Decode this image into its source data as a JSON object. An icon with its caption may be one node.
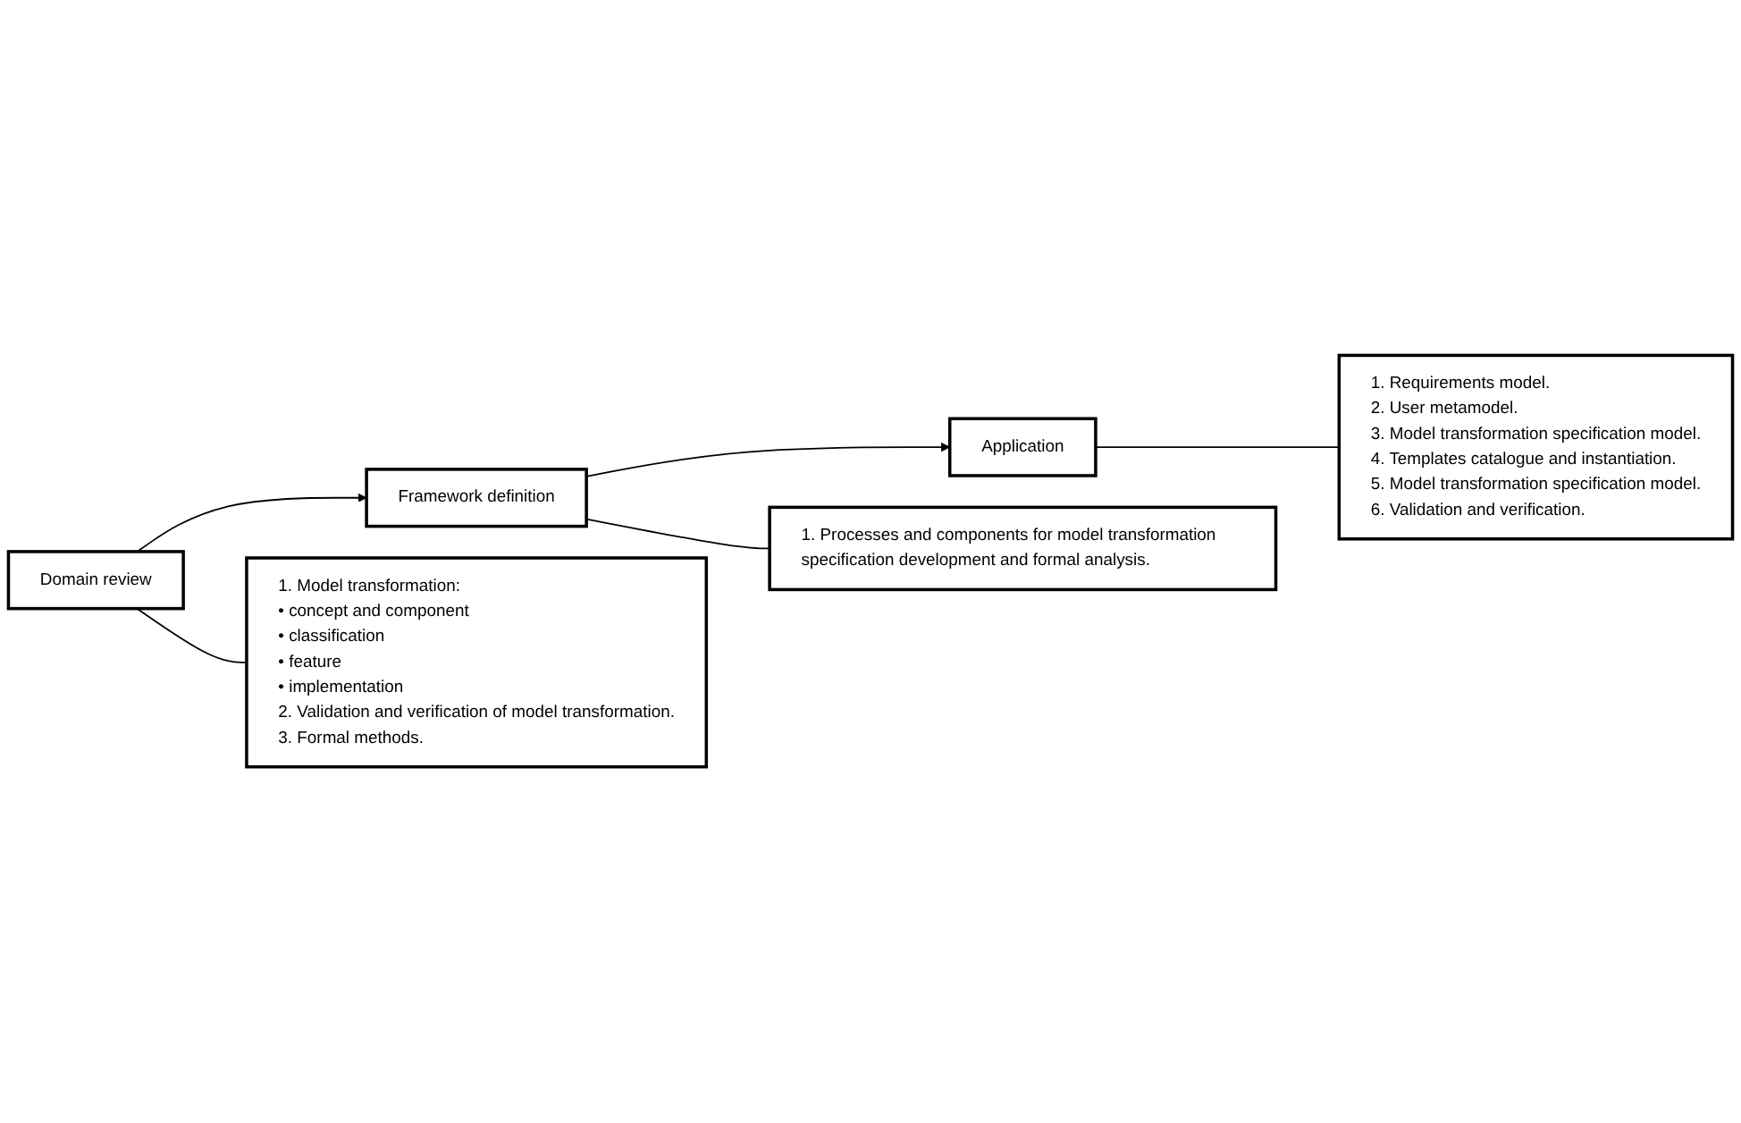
{
  "diagram": {
    "nodes": [
      {
        "text": [
          "Domain review"
        ]
      },
      {
        "text": [
          "Framework definition"
        ]
      },
      {
        "text": [
          "Application"
        ]
      },
      {
        "text": [
          "1. Model transformation:",
          "• concept and component",
          "• classification",
          "• feature",
          "• implementation",
          "2. Validation and verification of model transformation.",
          "3. Formal methods."
        ]
      },
      {
        "text": [
          "1. Processes and components for model transformation specification development and formal analysis."
        ]
      },
      {
        "text": [
          "1. Requirements model.",
          "2. User metamodel.",
          "3. Model transformation specification model.",
          "4. Templates catalogue and instantiation.",
          "5. Model transformation specification model.",
          "6. Validation and verification."
        ]
      }
    ],
    "edges": [
      {
        "from": 0,
        "to": 1,
        "arrow": "to"
      },
      {
        "from": 1,
        "to": 2,
        "arrow": "to"
      },
      {
        "from": 0,
        "to": 3,
        "arrow": "none"
      },
      {
        "from": 1,
        "to": 4,
        "arrow": "none"
      },
      {
        "from": 2,
        "to": 5,
        "arrow": "none"
      }
    ]
  }
}
